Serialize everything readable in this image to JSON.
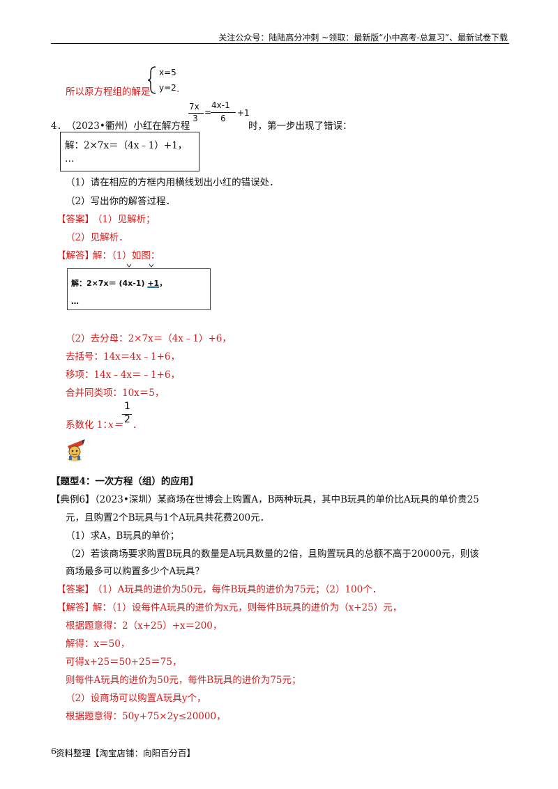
{
  "header": {
    "text": "关注公众号：陆陆高分冲刺 ~领取：最新版“小中高考-总复习”、最新试卷下载"
  },
  "prev_solution": {
    "label": "所以原方程组的解是",
    "eq1": "x=5",
    "eq2": "y=2",
    "end": "."
  },
  "q4": {
    "num": "4．",
    "source": "（2023•衢州）小红在解方程",
    "frac1_num": "7x",
    "frac1_den": "3",
    "eq": "=",
    "frac2_num": "4x-1",
    "frac2_den": "6",
    "plus": "+1",
    "tail": "时，第一步出现了错误：",
    "box_line1": "解：2×7x＝（4x﹣1）+1，",
    "box_line2": "…",
    "part1": "（1）请在相应的方框内用横线划出小红的错误处．",
    "part2": "（2）写出你的解答过程．",
    "answer_label": "【答案】",
    "answer1": "（1）见解析；",
    "answer2": "（2）见解析．",
    "solution_label": "【解答】",
    "solution_intro": "解：（1）如图：",
    "img_line1": "解：2×7x＝ (4x-1) +1，",
    "img_line1_a": "解：2×7x＝ (4x-1) ",
    "img_line1_b": "+1",
    "img_line1_c": "，",
    "img_line2": "…",
    "step1": "（2）去分母：2×7x＝（4x﹣1）+6，",
    "step2": "去括号：14x＝4x﹣1+6，",
    "step3": "移项：14x﹣4x＝﹣1+6，",
    "step4": "合并同类项：10x＝5，",
    "step5_label": "系数化 1：",
    "step5_var": "x＝",
    "step5_num": "1",
    "step5_den": "2",
    "step5_end": "．"
  },
  "section": {
    "title": "【题型4：一次方程（组）的应用】"
  },
  "example6": {
    "label": "【典例6】",
    "line1": "（2023•深圳）某商场在世博会上购置A，B两种玩具，其中B玩具的单价比A玩具的单价贵25",
    "line2": "元，且购置2个B玩具与1个A玩具共花费200元．",
    "part1": "（1）求A，B玩具的单价；",
    "part2_line1": "（2）若该商场要求购置B玩具的数量是A玩具数量的2倍，且购置玩具的总额不高于20000元，则该",
    "part2_line2": "商场最多可以购置多少个A玩具？",
    "answer_label": "【答案】",
    "answer": "（1）A玩具的进价为50元，每件B玩具的进价为75元；（2）100个．",
    "solution_label": "【解答】",
    "sol1": "解：（1）设每件A玩具的进价为x元，则每件B玩具的进价为（x+25）元，",
    "sol2": "根据题意得：2（x+25）+x＝200，",
    "sol3": "解得：x＝50，",
    "sol4": "可得x+25＝50+25＝75，",
    "sol5": "则每件A玩具的进价为50元，每件B玩具的进价为75元；",
    "sol6": "（2）设商场可以购置A玩具y个，",
    "sol7": "根据题意得：50y+75×2y≤20000，"
  },
  "footer": {
    "text": "资料整理【淘宝店铺：向阳百分百】",
    "page": "6"
  }
}
